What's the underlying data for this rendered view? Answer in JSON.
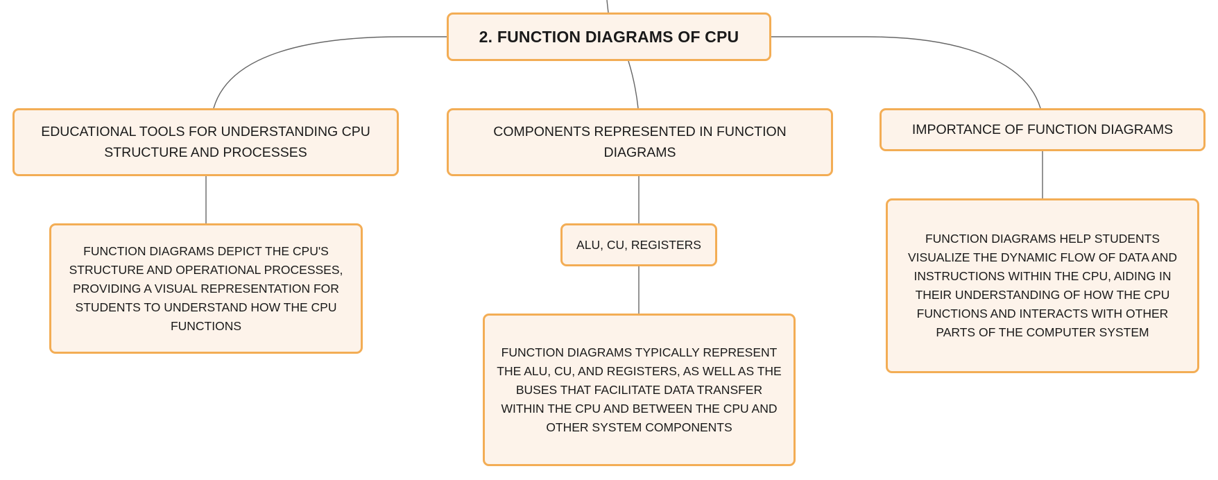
{
  "diagram": {
    "type": "mind-map",
    "colors": {
      "node_fill": "#fdf3ea",
      "node_border": "#f3ad55",
      "connector": "#666666",
      "text": "#1a1a1a"
    },
    "root": {
      "label": "2. FUNCTION DIAGRAMS OF CPU"
    },
    "branches": [
      {
        "label": "EDUCATIONAL TOOLS FOR UNDERSTANDING CPU STRUCTURE AND PROCESSES",
        "children": [
          {
            "label": "FUNCTION DIAGRAMS DEPICT THE CPU'S STRUCTURE AND OPERATIONAL PROCESSES, PROVIDING A VISUAL REPRESENTATION FOR STUDENTS TO UNDERSTAND HOW THE CPU FUNCTIONS"
          }
        ]
      },
      {
        "label": "COMPONENTS REPRESENTED IN FUNCTION DIAGRAMS",
        "children": [
          {
            "label": "ALU, CU, REGISTERS",
            "children": [
              {
                "label": "FUNCTION DIAGRAMS TYPICALLY REPRESENT THE ALU, CU, AND REGISTERS, AS WELL AS THE BUSES THAT FACILITATE DATA TRANSFER WITHIN THE CPU AND BETWEEN THE CPU AND OTHER SYSTEM COMPONENTS"
              }
            ]
          }
        ]
      },
      {
        "label": "IMPORTANCE OF FUNCTION DIAGRAMS",
        "children": [
          {
            "label": "FUNCTION DIAGRAMS HELP STUDENTS VISUALIZE THE DYNAMIC FLOW OF DATA AND INSTRUCTIONS WITHIN THE CPU, AIDING IN THEIR UNDERSTANDING OF HOW THE CPU FUNCTIONS AND INTERACTS WITH OTHER PARTS OF THE COMPUTER SYSTEM"
          }
        ]
      }
    ]
  }
}
